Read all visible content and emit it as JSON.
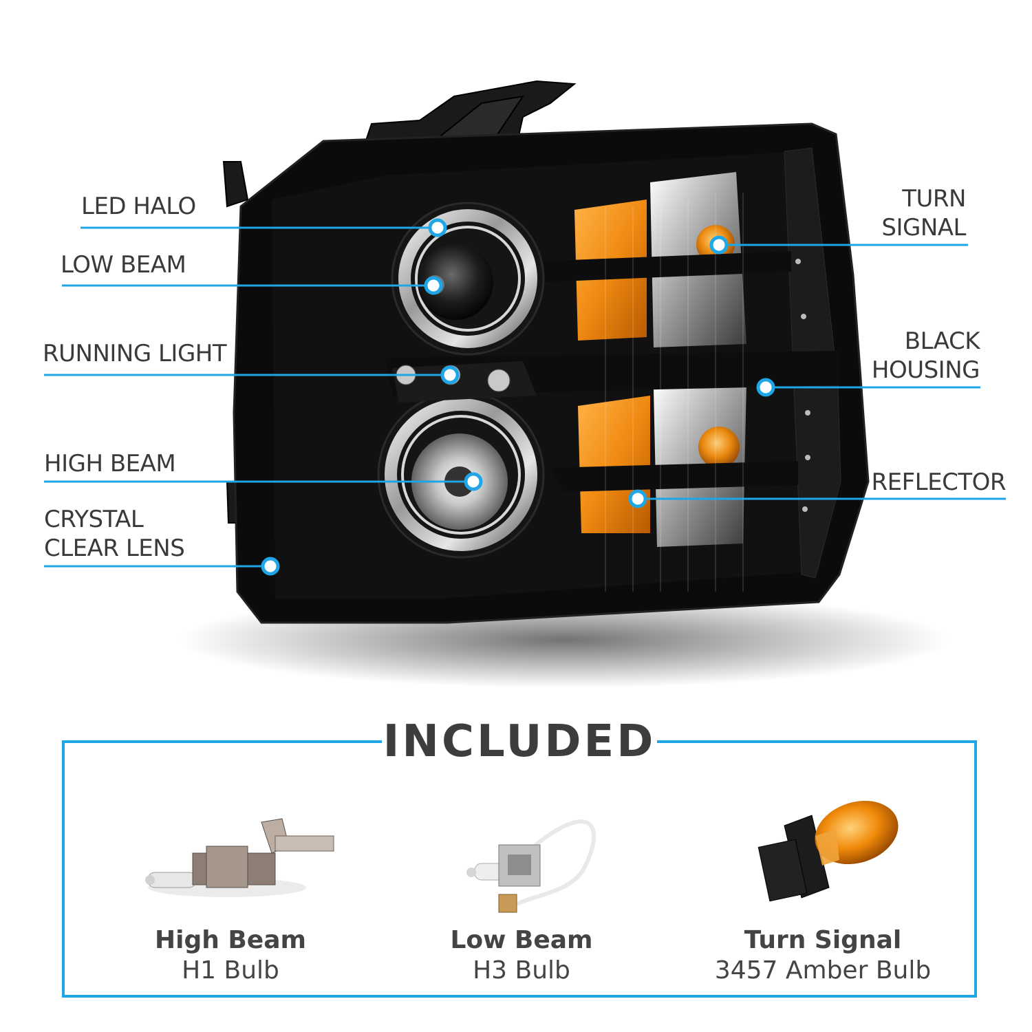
{
  "callouts": {
    "led_halo": [
      "LED HALO"
    ],
    "low_beam": [
      "LOW BEAM"
    ],
    "running_light": [
      "RUNNING LIGHT"
    ],
    "high_beam": [
      "HIGH BEAM"
    ],
    "crystal_clear_lens": [
      "CRYSTAL",
      "CLEAR LENS"
    ],
    "turn_signal": [
      "TURN",
      "SIGNAL"
    ],
    "black_housing": [
      "BLACK",
      "HOUSING"
    ],
    "reflector": [
      "REFLECTOR"
    ]
  },
  "included": {
    "title": "INCLUDED",
    "items": [
      {
        "title": "High Beam",
        "subtitle": "H1 Bulb",
        "icon": "h1-bulb-icon"
      },
      {
        "title": "Low Beam",
        "subtitle": "H3 Bulb",
        "icon": "h3-bulb-icon"
      },
      {
        "title": "Turn Signal",
        "subtitle": "3457 Amber Bulb",
        "icon": "amber-bulb-icon"
      }
    ]
  },
  "colors": {
    "accent": "#1ea6e6",
    "text": "#3a3a3a",
    "amber": "#f08a12",
    "housing": "#0b0b0b"
  }
}
